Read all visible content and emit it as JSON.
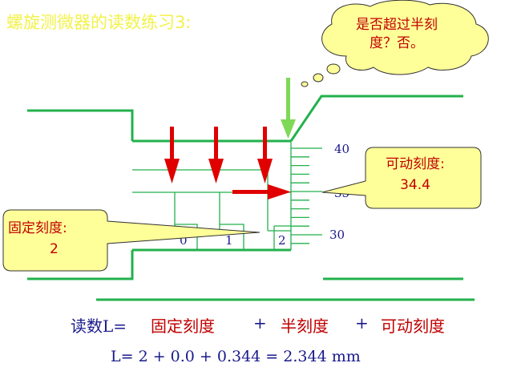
{
  "title": "螺旋测微器的读数练习3:",
  "thought_bubble": {
    "line1": "是否超过半刻",
    "line2": "度？否。"
  },
  "movable_callout": {
    "label": "可动刻度:",
    "value": "34.4"
  },
  "fixed_callout": {
    "label": "固定刻度:",
    "value": "2"
  },
  "sleeve_numbers": [
    "0",
    "1",
    "2"
  ],
  "thimble_numbers": [
    "40",
    "35",
    "30"
  ],
  "formula": {
    "prefix": "读数L=",
    "fixed": "固定刻度",
    "plus1": "+",
    "half": "半刻度",
    "plus2": "+",
    "movable": "可动刻度"
  },
  "calculation": "L= 2 + 0.0 + 0.344 = 2.344 mm",
  "colors": {
    "green": "#22b14c",
    "light_green": "#7ed957",
    "red": "#e00000",
    "callout_fill": "#ffff99",
    "callout_text": "#c00000",
    "formula_text": "#1a1a8c",
    "title": "#f2f24a"
  }
}
